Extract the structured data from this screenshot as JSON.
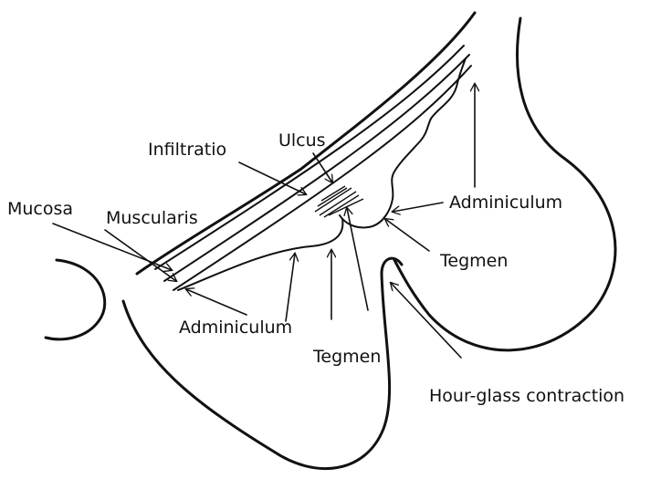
{
  "labels": {
    "ulcus": "Ulcus",
    "infiltratio": "Infiltratio",
    "mucosa": "Mucosa",
    "muscularis": "Muscularis",
    "adminiculum_right": "Adminiculum",
    "tegmen_right": "Tegmen",
    "adminiculum_bottom": "Adminiculum",
    "tegmen_bottom": "Tegmen",
    "hourglass": "Hour-glass contraction"
  },
  "colors": {
    "ink": "#111111",
    "background": "#ffffff"
  }
}
